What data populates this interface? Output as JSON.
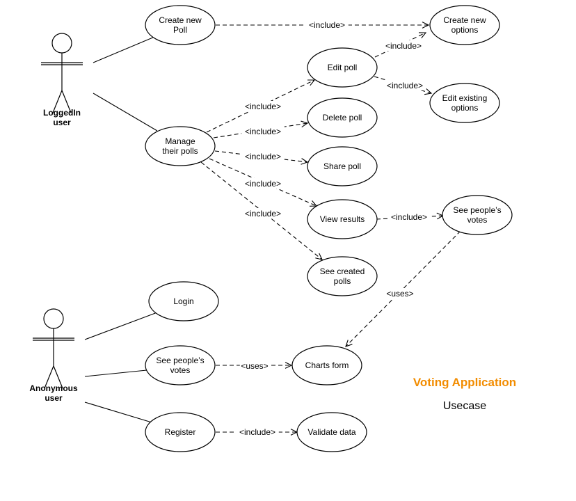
{
  "colors": {
    "title": "#f28c00",
    "line": "#000000"
  },
  "actors": [
    {
      "id": "logged",
      "name": "LoggedIn\nuser"
    },
    {
      "id": "anon",
      "name": "Anonymous\nuser"
    }
  ],
  "use_cases": [
    {
      "id": "create_poll",
      "label": "Create new\nPoll"
    },
    {
      "id": "create_options",
      "label": "Create new\noptions"
    },
    {
      "id": "edit_poll",
      "label": "Edit poll"
    },
    {
      "id": "edit_options",
      "label": "Edit existing\noptions"
    },
    {
      "id": "manage_polls",
      "label": "Manage\ntheir polls"
    },
    {
      "id": "delete_poll",
      "label": "Delete poll"
    },
    {
      "id": "share_poll",
      "label": "Share poll"
    },
    {
      "id": "view_results",
      "label": "View results"
    },
    {
      "id": "see_votes_top",
      "label": "See people’s\nvotes"
    },
    {
      "id": "see_created",
      "label": "See created\npolls"
    },
    {
      "id": "login",
      "label": "Login"
    },
    {
      "id": "see_votes_anon",
      "label": "See people’s\nvotes"
    },
    {
      "id": "charts_form",
      "label": "Charts form"
    },
    {
      "id": "register",
      "label": "Register"
    },
    {
      "id": "validate",
      "label": "Validate data"
    }
  ],
  "associations": [
    {
      "actor": "logged",
      "uc": "create_poll"
    },
    {
      "actor": "logged",
      "uc": "manage_polls"
    },
    {
      "actor": "anon",
      "uc": "login"
    },
    {
      "actor": "anon",
      "uc": "see_votes_anon"
    },
    {
      "actor": "anon",
      "uc": "register"
    }
  ],
  "dependencies": [
    {
      "from": "create_poll",
      "to": "create_options",
      "label": "<include>"
    },
    {
      "from": "edit_poll",
      "to": "create_options",
      "label": "<include>"
    },
    {
      "from": "edit_poll",
      "to": "edit_options",
      "label": "<include>"
    },
    {
      "from": "manage_polls",
      "to": "edit_poll",
      "label": "<include>"
    },
    {
      "from": "manage_polls",
      "to": "delete_poll",
      "label": "<include>"
    },
    {
      "from": "manage_polls",
      "to": "share_poll",
      "label": "<include>"
    },
    {
      "from": "manage_polls",
      "to": "view_results",
      "label": "<include>"
    },
    {
      "from": "manage_polls",
      "to": "see_created",
      "label": "<include>"
    },
    {
      "from": "view_results",
      "to": "see_votes_top",
      "label": "<include>"
    },
    {
      "from": "see_votes_top",
      "to": "charts_form",
      "label": "<uses>"
    },
    {
      "from": "see_votes_anon",
      "to": "charts_form",
      "label": "<uses>"
    },
    {
      "from": "register",
      "to": "validate",
      "label": "<include>"
    }
  ],
  "title": "Voting Application",
  "subtitle": "Usecase"
}
